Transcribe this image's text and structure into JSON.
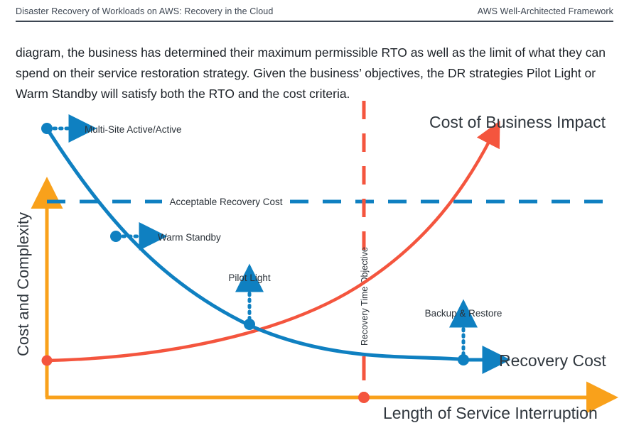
{
  "header": {
    "left": "Disaster Recovery of Workloads on AWS: Recovery in the Cloud",
    "right": "AWS Well-Architected Framework"
  },
  "paragraph": "diagram, the business has determined their maximum permissible RTO as well as the limit of what they can spend on their service restoration strategy. Given the business’ objectives, the DR strategies Pilot Light or Warm Standby will satisfy both the RTO and the cost criteria.",
  "chart_data": {
    "type": "line",
    "title": "",
    "xlabel": "Length of Service Interruption",
    "ylabel": "Cost and Complexity",
    "grid": false,
    "legend": "inline-annotations",
    "xlim": [
      0,
      100
    ],
    "ylim": [
      0,
      100
    ],
    "colors": {
      "axis_orange": "#f9a11b",
      "recovery_cost_blue": "#0f80c1",
      "business_impact_red": "#f4553e",
      "text": "#30373e"
    },
    "series": [
      {
        "name": "Recovery Cost",
        "color": "#0f80c1",
        "type": "line",
        "description": "Decreasing convex curve: cost/complexity of DR strategy falls as tolerated interruption length grows",
        "x": [
          0,
          8,
          16,
          24,
          32,
          37,
          45,
          55,
          65,
          75,
          85,
          95,
          100
        ],
        "y": [
          92,
          80,
          68,
          56,
          46,
          42,
          34,
          27,
          22,
          18,
          15,
          13,
          12
        ],
        "end_label": "Recovery Cost"
      },
      {
        "name": "Cost of Business Impact",
        "color": "#f4553e",
        "type": "line",
        "description": "Increasing convex curve: cost of business impact rises as interruption lengthens",
        "x": [
          0,
          15,
          30,
          45,
          58,
          68,
          76,
          83,
          88,
          92,
          96,
          100
        ],
        "y": [
          11,
          13,
          17,
          23,
          31,
          40,
          50,
          62,
          72,
          82,
          91,
          100
        ],
        "end_label": "Cost of Business Impact"
      }
    ],
    "reference_lines": [
      {
        "name": "Acceptable Recovery Cost",
        "orientation": "horizontal",
        "label": "Acceptable Recovery Cost",
        "color": "#0f80c1",
        "style": "dashed",
        "y": 70
      },
      {
        "name": "Recovery Time Objective",
        "orientation": "vertical",
        "label": "Recovery Time Objective",
        "color": "#f4553e",
        "style": "dashed",
        "x": 57
      }
    ],
    "annotations": [
      {
        "label": "Multi-Site Active/Active",
        "color": "#0f80c1",
        "series": "Recovery Cost",
        "x": 0,
        "y": 92,
        "arrow": "right"
      },
      {
        "label": "Warm Standby",
        "color": "#0f80c1",
        "series": "Recovery Cost",
        "x": 12,
        "y": 74,
        "arrow": "right"
      },
      {
        "label": "Pilot Light",
        "color": "#0f80c1",
        "series": "Recovery Cost",
        "x": 35,
        "y": 44,
        "arrow": "up"
      },
      {
        "label": "Backup & Restore",
        "color": "#0f80c1",
        "series": "Recovery Cost",
        "x": 75,
        "y": 16,
        "arrow": "up"
      }
    ]
  },
  "chart_text": {
    "y_axis_label": "Cost and Complexity",
    "x_axis_label": "Length of Service Interruption",
    "business_impact_title": "Cost of Business Impact",
    "recovery_cost_title": "Recovery Cost",
    "acceptable_recovery_cost": "Acceptable Recovery Cost",
    "recovery_time_objective": "Recovery Time Objective",
    "multi_site": "Multi-Site Active/Active",
    "warm_standby": "Warm Standby",
    "pilot_light": "Pilot Light",
    "backup_restore": "Backup & Restore"
  }
}
